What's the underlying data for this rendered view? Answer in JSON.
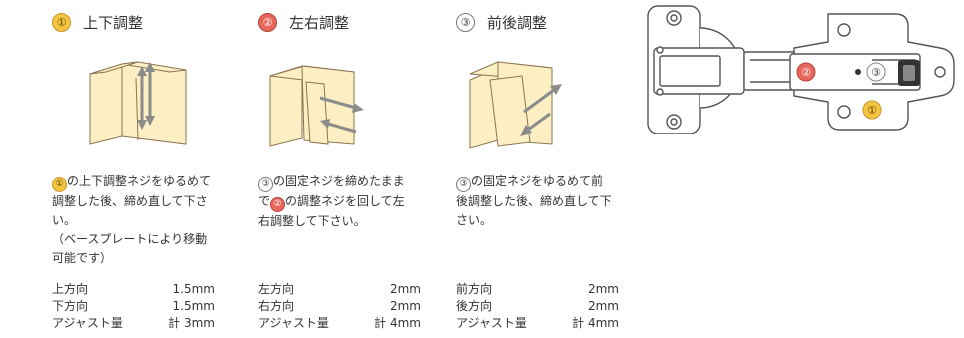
{
  "columns": [
    {
      "number": "①",
      "title": "上下調整",
      "desc_num": "①",
      "desc_rest": "の上下調整ネジをゆるめて調整した後、締め直して下さい。",
      "desc_note": "（ベースプレートにより移動可能です）",
      "specs": [
        {
          "label": "上方向",
          "value": "1.5mm"
        },
        {
          "label": "下方向",
          "value": "1.5mm"
        },
        {
          "label": "アジャスト量",
          "value": "計 3mm"
        }
      ]
    },
    {
      "number": "②",
      "title": "左右調整",
      "desc_num": "③",
      "desc_mid": "の固定ネジを締めたままで",
      "desc_num2": "②",
      "desc_rest": "の調整ネジを回して左右調整して下さい。",
      "specs": [
        {
          "label": "左方向",
          "value": "2mm"
        },
        {
          "label": "右方向",
          "value": "2mm"
        },
        {
          "label": "アジャスト量",
          "value": "計 4mm"
        }
      ]
    },
    {
      "number": "③",
      "title": "前後調整",
      "desc_num": "③",
      "desc_rest": "の固定ネジをゆるめて前後調整した後、締め直して下さい。",
      "specs": [
        {
          "label": "前方向",
          "value": "2mm"
        },
        {
          "label": "後方向",
          "value": "2mm"
        },
        {
          "label": "アジャスト量",
          "value": "計 4mm"
        }
      ]
    }
  ],
  "hinge_labels": {
    "screw1": "①",
    "screw2": "②",
    "screw3": "③"
  },
  "colors": {
    "cabinet_fill": "#fcefc4",
    "cabinet_stroke": "#8a7550",
    "arrow": "#8c8c8c",
    "num_yellow": "#f5c542",
    "num_red": "#e8675d"
  }
}
